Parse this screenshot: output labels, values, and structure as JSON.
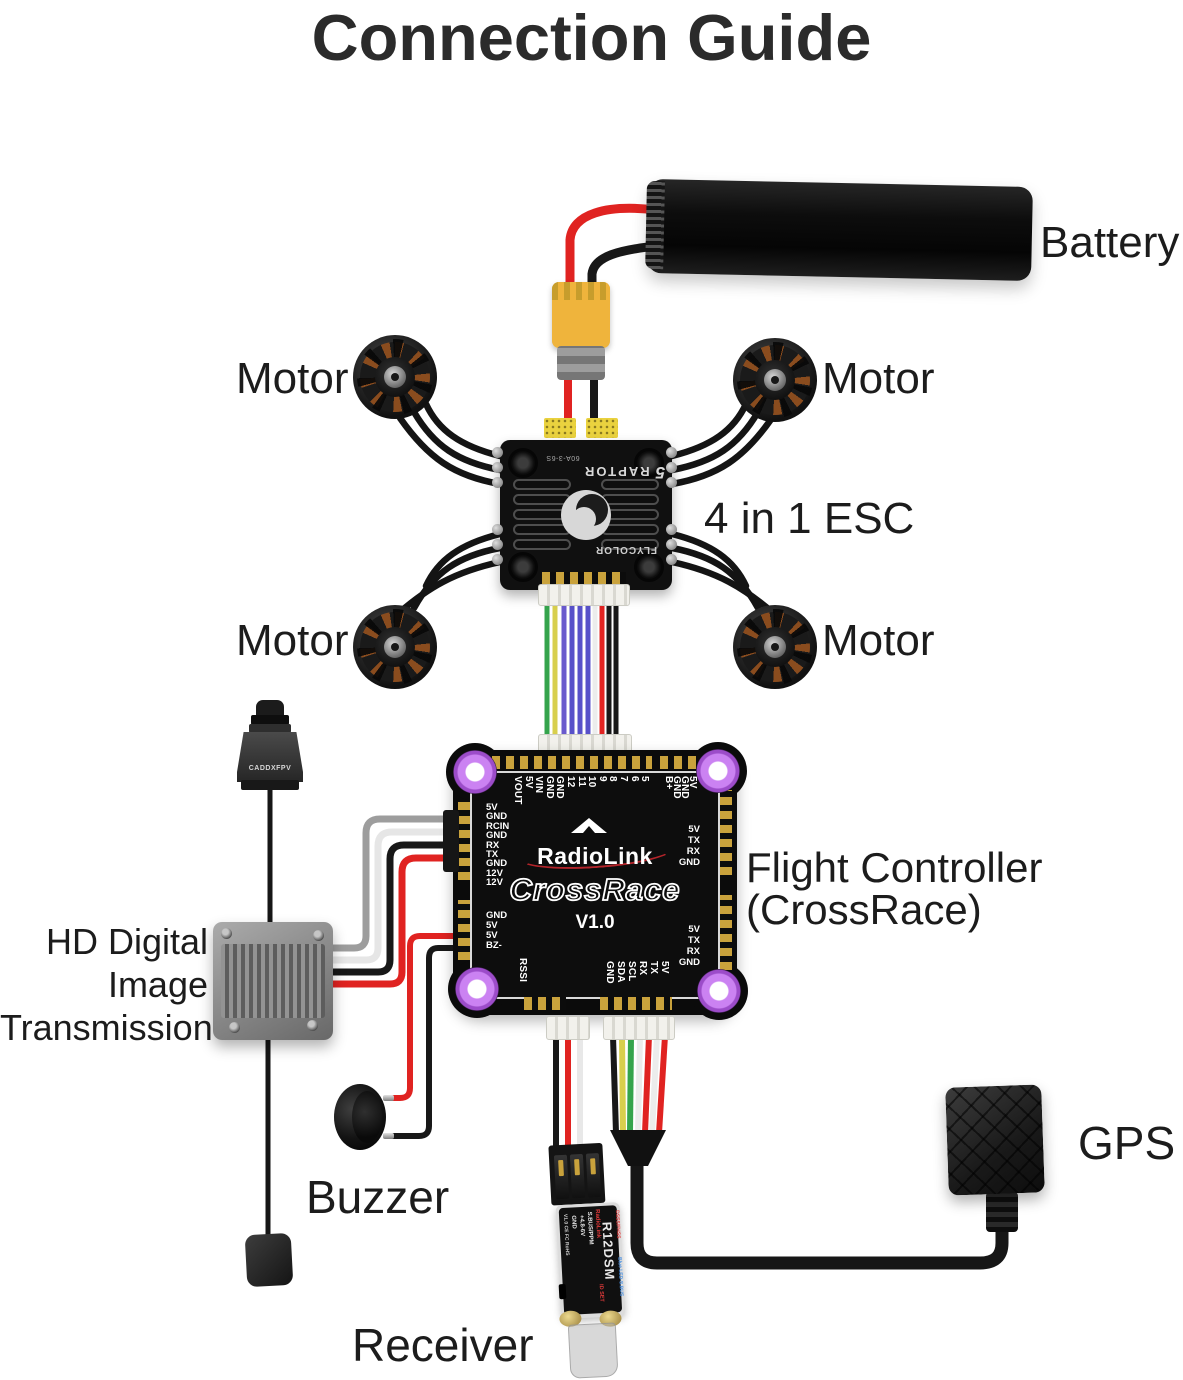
{
  "title": "Connection Guide",
  "labels": {
    "battery": "Battery",
    "motor": "Motor",
    "esc": "4 in 1 ESC",
    "flight_controller_1": "Flight Controller",
    "flight_controller_2": "(CrossRace)",
    "hd_1": "HD Digital",
    "hd_2": "Image",
    "hd_3": "Transmission",
    "buzzer": "Buzzer",
    "receiver": "Receiver",
    "gps": "GPS"
  },
  "esc_board": {
    "brand": "RAPTOR",
    "size": "5",
    "rating": "60A-3-6S",
    "maker": "FLYCOLOR"
  },
  "camera": {
    "brand": "CADDXFPV"
  },
  "fc_board": {
    "brand": "RadioLink",
    "model": "CrossRace",
    "version": "V1.0",
    "rssi": "RSSI",
    "top_pins": [
      "VOUT",
      "5V",
      "VIN",
      "GND",
      "GND",
      "12",
      "11",
      "10",
      "9",
      "8",
      "7",
      "6",
      "5"
    ],
    "top_right_pins": [
      "B+",
      "GND",
      "GND",
      "5V"
    ],
    "left_pins_upper": [
      "5V",
      "GND",
      "RCIN",
      "GND",
      "RX",
      "TX",
      "GND",
      "12V",
      "12V"
    ],
    "left_pins_lower": [
      "GND",
      "5V",
      "5V",
      "BZ-"
    ],
    "right_pins_upper": [
      "5V",
      "TX",
      "RX",
      "GND"
    ],
    "right_pins_lower": [
      "5V",
      "TX",
      "RX",
      "GND"
    ],
    "bottom_pins": [
      "GND",
      "SDA",
      "SCL",
      "RX",
      "TX",
      "5V"
    ]
  },
  "receiver_board": {
    "brand": "RadioLink",
    "model": "R12DSM",
    "pin_s": "S.BUS/PPM",
    "pin_v": "+4.8-6V",
    "pin_g": "GND",
    "cert": "V1.0 CE FC RoHS",
    "led": "Blue LED-S.BUS",
    "mode": "DSSS/FHSS",
    "id_set": "ID SET"
  },
  "colors": {
    "grommet_purple": "#cb82f2",
    "xt60_yellow": "#efb43c",
    "wire_red": "#e02321",
    "wire_black": "#181818",
    "wire_yellow": "#d8cf4d",
    "wire_green": "#35a44c",
    "wire_blue": "#5851c9",
    "wire_white": "#efefef",
    "wire_gray": "#9d9d9d"
  }
}
